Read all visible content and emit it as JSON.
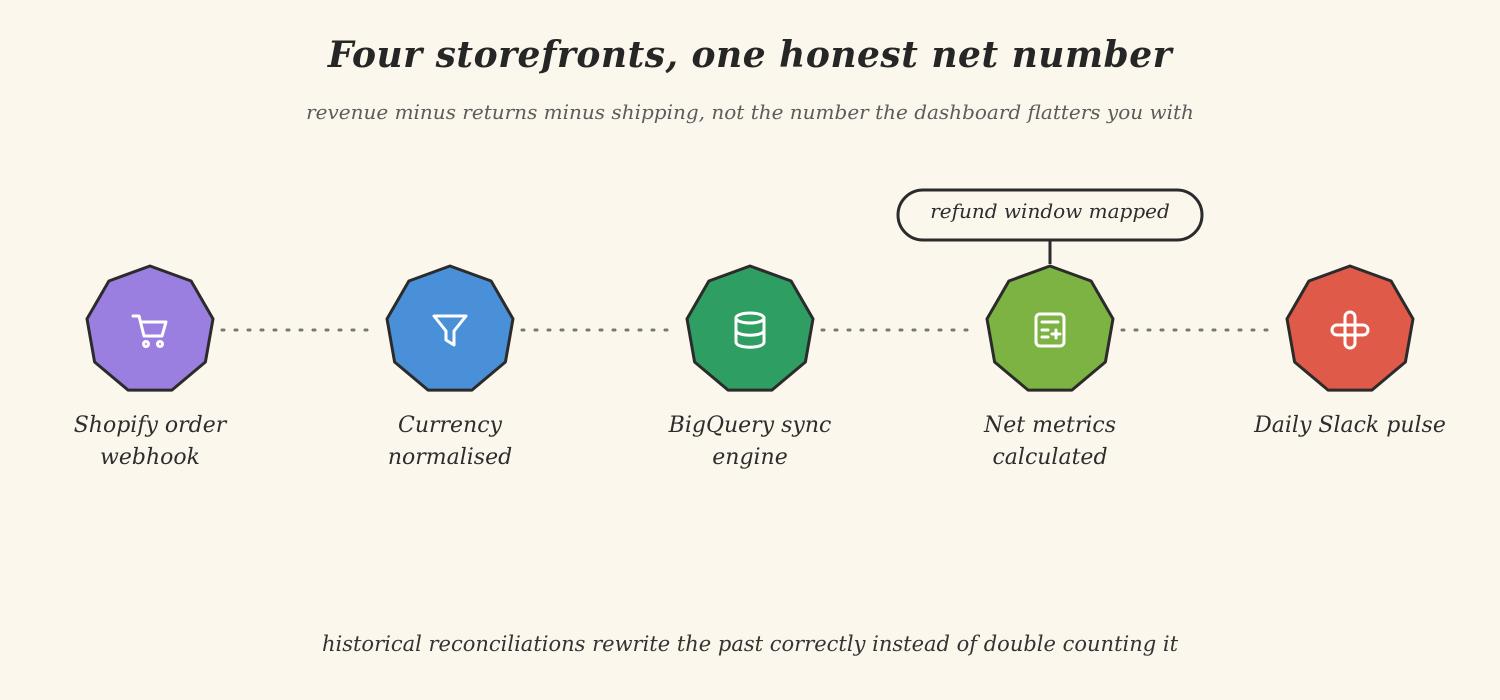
{
  "header": {
    "title": "Four storefronts, one honest net number",
    "subtitle": "revenue minus returns minus shipping, not the number the dashboard flatters you with"
  },
  "stages": [
    {
      "label": "Shopify order webhook",
      "icon": "shopping-cart-icon",
      "color": "#9b7fe0"
    },
    {
      "label": "Currency normalised",
      "icon": "filter-icon",
      "color": "#4a90d9"
    },
    {
      "label": "BigQuery sync engine",
      "icon": "database-icon",
      "color": "#2e9e62"
    },
    {
      "label": "Net metrics calculated",
      "icon": "calculator-icon",
      "color": "#7cb342"
    },
    {
      "label": "Daily Slack pulse",
      "icon": "slack-icon",
      "color": "#e05a4a"
    }
  ],
  "callout": {
    "text": "refund window mapped"
  },
  "footer": {
    "text": "historical reconciliations rewrite the past correctly instead of double counting it"
  }
}
